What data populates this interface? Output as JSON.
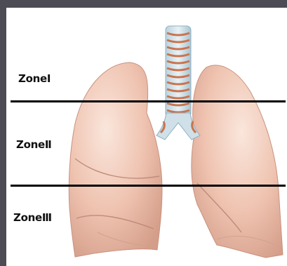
{
  "zones": [
    {
      "label": "ZoneⅠ"
    },
    {
      "label": "ZoneⅡ"
    },
    {
      "label": "ZoneⅢ"
    }
  ],
  "colors": {
    "lung_fill": "#efc5b2",
    "lung_shadow": "#cf9a87",
    "lung_highlight": "#f9e3d8",
    "trachea_ring": "#cf7a55",
    "trachea_accent": "#9ab8c8",
    "divider": "#000000"
  }
}
